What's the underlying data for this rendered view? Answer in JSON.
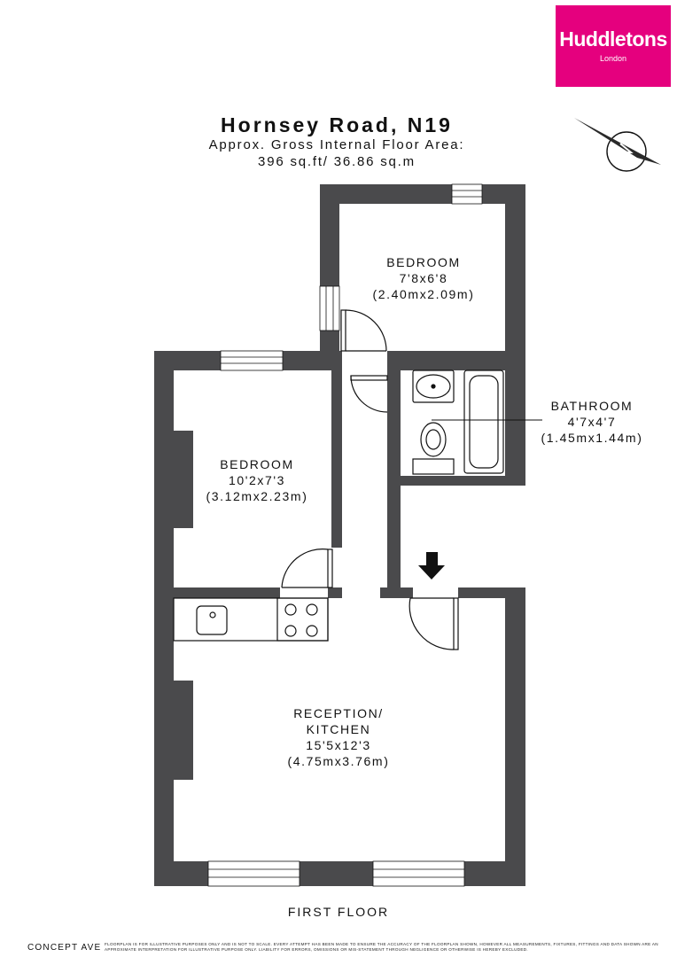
{
  "brand": {
    "name": "Huddletons",
    "city": "London",
    "color": "#e5007e"
  },
  "header": {
    "title": "Hornsey Road, N19",
    "area_line1": "Approx. Gross Internal Floor Area:",
    "area_line2": "396 sq.ft/ 36.86 sq.m"
  },
  "rooms": {
    "bedroom1": {
      "name": "BEDROOM",
      "dims_imperial": "7'8x6'8",
      "dims_metric": "(2.40mx2.09m)"
    },
    "bedroom2": {
      "name": "BEDROOM",
      "dims_imperial": "10'2x7'3",
      "dims_metric": "(3.12mx2.23m)"
    },
    "bathroom": {
      "name": "BATHROOM",
      "dims_imperial": "4'7x4'7",
      "dims_metric": "(1.45mx1.44m)"
    },
    "reception": {
      "name_line1": "RECEPTION/",
      "name_line2": "KITCHEN",
      "dims_imperial": "15'5x12'3",
      "dims_metric": "(4.75mx3.76m)"
    }
  },
  "floor_label": "FIRST FLOOR",
  "footer": {
    "brand": "CONCEPT AVE",
    "disclaimer": "Floorplan is for illustrative purposes only and is not to scale. Every attempt has been made to ensure the accuracy of the floorplan shown, however all measurements, fixtures, fittings and data shown are an approximate interpretation for illustrative purpose only. Liability for errors, omissions or mis-statement through negligence or otherwise is hereby excluded."
  },
  "icons": {
    "compass": "compass-north-icon",
    "entrance": "entrance-arrow-icon"
  },
  "colors": {
    "wall": "#4a4a4c",
    "ink": "#111111"
  }
}
